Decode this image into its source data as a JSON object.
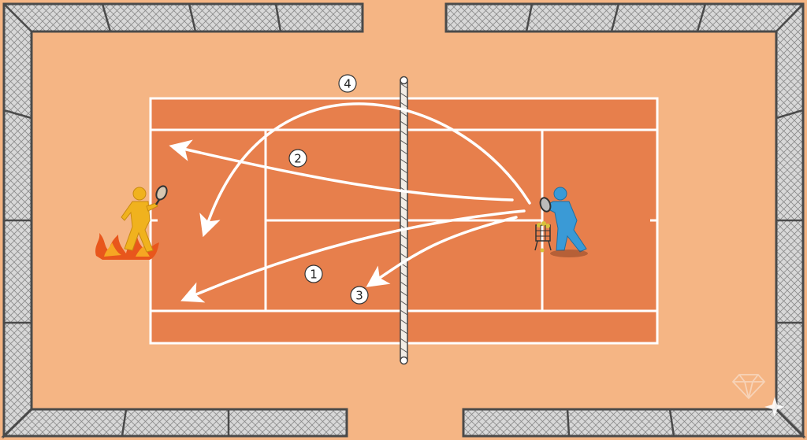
{
  "colors": {
    "surround": "#f5b584",
    "court": "#e77f4c",
    "lines": "#ffffff",
    "fence_frame": "#4a4a4a",
    "fence_mesh": "#bfbfbf",
    "left_player": "#f0b21e",
    "flames": "#e8561c",
    "right_player": "#3a9ad6",
    "arrows": "#ffffff"
  },
  "shots": [
    {
      "number": "1"
    },
    {
      "number": "2"
    },
    {
      "number": "3"
    },
    {
      "number": "4"
    }
  ],
  "icons": {
    "left_player": "tennis-player-on-fire-icon",
    "right_player": "tennis-player-icon",
    "ball_basket": "ball-basket-icon",
    "watermark": "diamond-icon",
    "sparkle": "sparkle-icon"
  }
}
